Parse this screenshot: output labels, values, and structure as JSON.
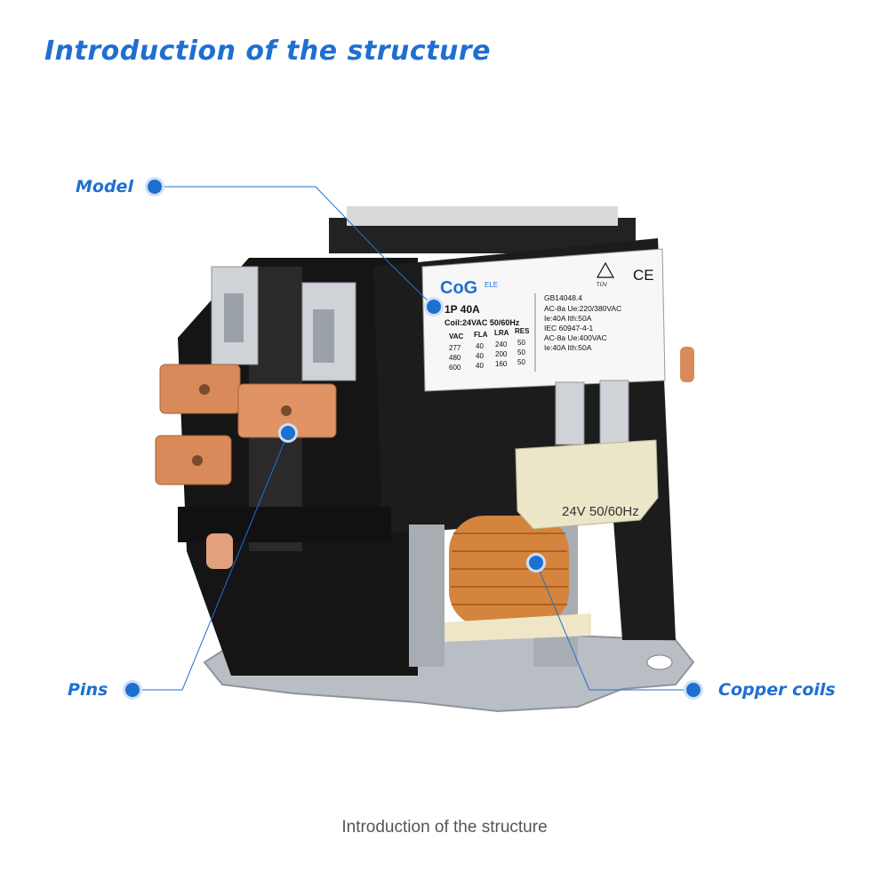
{
  "headline": "Introduction of the structure",
  "caption": "Introduction of the structure",
  "callouts": {
    "model": "Model",
    "pins": "Pins",
    "coils": "Copper coils"
  },
  "label": {
    "brand": "CoG",
    "brand_sub": "ELE",
    "rating": "1P 40A",
    "coil": "Coil:24VAC 50/60Hz",
    "table_headers": [
      "VAC",
      "FLA",
      "LRA",
      "RES"
    ],
    "table_rows": [
      [
        "277",
        "40",
        "240",
        "50"
      ],
      [
        "480",
        "40",
        "200",
        "50"
      ],
      [
        "600",
        "40",
        "160",
        "50"
      ]
    ],
    "standards": [
      "GB14048.4",
      "AC-8a Ue:220/380VAC",
      "Ie:40A Ith:50A",
      "IEC 60947-4-1",
      "AC-8a Ue:400VAC",
      "Ie:40A Ith:50A"
    ],
    "ce_mark": "CE",
    "tuv_mark": "TÜV"
  },
  "coil_label": "24V  50/60Hz",
  "colors": {
    "accent": "#1f6fd1",
    "copper": "#d98a5a",
    "housing": "#1a1a1a",
    "plate": "#b9bec4"
  }
}
